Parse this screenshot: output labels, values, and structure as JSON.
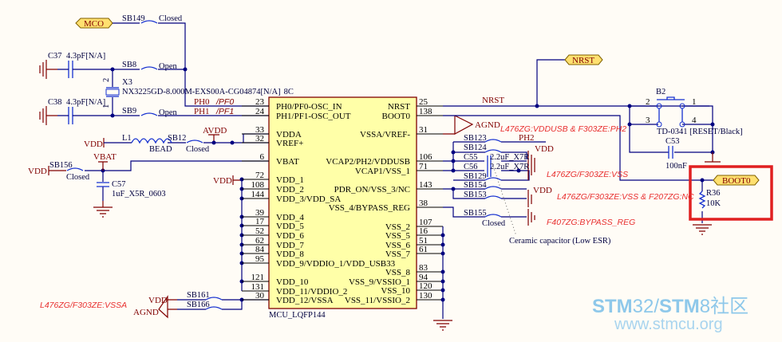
{
  "nets": {
    "mco": "MCO",
    "nrst_tag": "NRST",
    "nrst_wire": "NRST",
    "boot0": "BOOT0",
    "vdd": "VDD",
    "avdd": "AVDD",
    "vbat": "VBAT",
    "agnd": "AGND",
    "ph2": "PH2"
  },
  "osc": {
    "sb149": "SB149",
    "sb149_state": "Closed",
    "c37": "C37",
    "c37_val": "4.3pF[N/A]",
    "c38": "C38",
    "c38_val": "4.3pF[N/A]",
    "sb8": "SB8",
    "sb8_state": "Open",
    "sb9": "SB9",
    "sb9_state": "Open",
    "x3": "X3",
    "x3_part": "NX3225GD-8.000M-EXS00A-CG04874[N/A]",
    "x3_tail": "8C",
    "pin2": "2",
    "pin1": "1",
    "ph0": "PH0",
    "pf0": "/PF0",
    "ph1": "PH1",
    "pf1": "/PF1"
  },
  "power": {
    "l1": "L1",
    "bead": "BEAD",
    "sb12": "SB12",
    "sb12_state": "Closed",
    "sb156": "SB156",
    "sb156_state": "Closed",
    "c57": "C57",
    "c57_val": "1uF_X5R_0603",
    "sb161": "SB161",
    "sb166": "SB166",
    "vssa_note": "L476ZG/F303ZE:VSSA"
  },
  "mcu": {
    "name": "MCU_LQFP144",
    "left_pins": [
      {
        "num": "23",
        "name": "PH0/PF0-OSC_IN"
      },
      {
        "num": "24",
        "name": "PH1/PF1-OSC_OUT"
      },
      {
        "num": "33",
        "name": "VDDA"
      },
      {
        "num": "32",
        "name": "VREF+"
      },
      {
        "num": "6",
        "name": "VBAT"
      },
      {
        "num": "72",
        "name": "VDD_1"
      },
      {
        "num": "108",
        "name": "VDD_2"
      },
      {
        "num": "144",
        "name": "VDD_3/VDD_SA"
      },
      {
        "num": "39",
        "name": "VDD_4"
      },
      {
        "num": "17",
        "name": "VDD_5"
      },
      {
        "num": "52",
        "name": "VDD_6"
      },
      {
        "num": "62",
        "name": "VDD_7"
      },
      {
        "num": "84",
        "name": "VDD_8"
      },
      {
        "num": "95",
        "name": "VDD_9/VDDIO_1/VDD_USB33"
      },
      {
        "num": "121",
        "name": "VDD_10"
      },
      {
        "num": "131",
        "name": "VDD_11/VDDIO_2"
      },
      {
        "num": "30",
        "name": "VDD_12/VSSA"
      }
    ],
    "right_pins": [
      {
        "num": "25",
        "name": "NRST"
      },
      {
        "num": "138",
        "name": "BOOT0"
      },
      {
        "num": "31",
        "name": "VSSA/VREF-"
      },
      {
        "num": "106",
        "name": "VCAP2/PH2/VDDUSB"
      },
      {
        "num": "71",
        "name": "VCAP1/VSS_1"
      },
      {
        "num": "143",
        "name": "PDR_ON/VSS_3/NC"
      },
      {
        "num": "38",
        "name": "VSS_4/BYPASS_REG"
      },
      {
        "num": "107",
        "name": "VSS_2"
      },
      {
        "num": "16",
        "name": "VSS_5"
      },
      {
        "num": "51",
        "name": "VSS_6"
      },
      {
        "num": "61",
        "name": "VSS_7"
      },
      {
        "num": "83",
        "name": "VSS_8"
      },
      {
        "num": "94",
        "name": "VSS_9/VSSIO_1"
      },
      {
        "num": "120",
        "name": "VSS_10"
      },
      {
        "num": "130",
        "name": "VSS_11/VSSIO_2"
      }
    ]
  },
  "vcap": {
    "sb123": "SB123",
    "sb124": "SB124",
    "c55": "C55",
    "c56": "C56",
    "c55_val": "2.2uF_X7R",
    "c56_val": "2.2uF_X7R",
    "sb129": "SB129",
    "sb154": "SB154",
    "sb153": "SB153",
    "sb155": "SB155",
    "sb155_state": "Closed",
    "vdd1": "VDD",
    "vdd2": "VDD",
    "note": "Ceramic capacitor (Low ESR)"
  },
  "notes": {
    "n1": "L476ZG:VDDUSB & F303ZE:PH2",
    "n2": "L476ZG/F303ZE:VSS",
    "n3": "L476ZG/F303ZE:VSS & F207ZG:NC",
    "n4": "F407ZG:BYPASS_REG"
  },
  "reset": {
    "b2": "B2",
    "p1": "1",
    "p2": "2",
    "p3": "3",
    "p4": "4",
    "part": "TD-0341 [RESET/Black]",
    "c53": "C53",
    "c53_val": "100nF"
  },
  "boot": {
    "r36": "R36",
    "r36_val": "10K"
  },
  "watermark": {
    "line1a": "STM",
    "line1b": "32/",
    "line1c": "STM",
    "line1d": "8社区",
    "line2": "www.stmcu.org"
  },
  "colors": {
    "wire": "#000080",
    "component": "#800000",
    "note": "#e83030",
    "highlight": "#e02020",
    "chip_fill": "#ffffa8"
  }
}
